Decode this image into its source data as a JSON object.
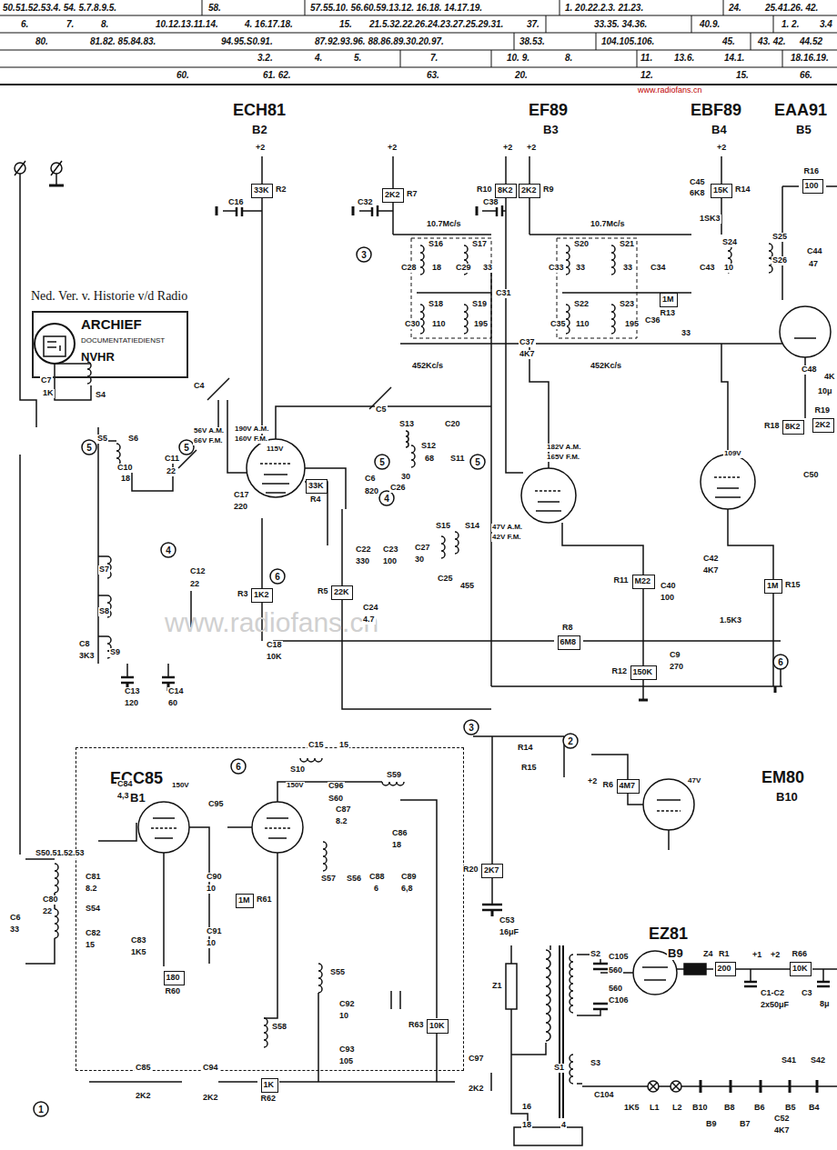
{
  "diagram": {
    "nodes": [
      {
        "text": [
          "ARCHIEF",
          "DOCUMENTATIEDIENST",
          "NVHR"
        ]
      },
      {
        "text": [
          "ECC85",
          "B1"
        ]
      },
      {
        "text": [
          "33K",
          "R2"
        ]
      },
      {
        "text": [
          "2K2",
          "R7"
        ]
      },
      {
        "text": [
          "8K2",
          "R10"
        ]
      },
      {
        "text": [
          "2K2",
          "R9"
        ]
      },
      {
        "text": [
          "15K",
          "R14"
        ]
      },
      {
        "text": [
          "100",
          "R16"
        ]
      },
      {
        "text": [
          "1M",
          "R13"
        ]
      },
      {
        "text": [
          "33K",
          "R4"
        ]
      },
      {
        "text": [
          "8K2",
          "R18"
        ]
      },
      {
        "text": [
          "2K2",
          "R19"
        ]
      },
      {
        "text": [
          "1K2",
          "R3"
        ]
      },
      {
        "text": [
          "22K",
          "R5"
        ]
      },
      {
        "text": [
          "M22",
          "R11"
        ]
      },
      {
        "text": [
          "1M",
          "R15"
        ]
      },
      {
        "text": [
          "6M8",
          "R8"
        ]
      },
      {
        "text": [
          "150K",
          "R12"
        ]
      },
      {
        "text": [
          "4M7",
          "R6"
        ]
      },
      {
        "text": [
          "2K7",
          "R20"
        ]
      },
      {
        "text": [
          "1M",
          "R61"
        ],
        "in": 1
      },
      {
        "text": [
          "180",
          "R60"
        ],
        "in": 1
      },
      {
        "text": [
          "10K",
          "R63"
        ],
        "in": 1
      },
      {
        "text": [
          "1K",
          "R62"
        ],
        "in": 1
      },
      {
        "text": [
          "200",
          "R1"
        ]
      },
      {
        "text": [
          "10K",
          "R66"
        ]
      }
    ],
    "edges": [
      {
        "from": 14,
        "to": 17,
        "arrow": "none"
      },
      {
        "from": 24,
        "to": 25,
        "arrow": "none"
      }
    ],
    "labels": [
      "50.51.52.53.4. 54. 5.7.8.9.5.",
      "58.",
      "57.55.10. 56.60.59.13.12. 16.18. 14.17.19.",
      "1. 20.22.2.3. 21.23.",
      "24.",
      "25.41.26. 42.",
      "6.",
      "7.",
      "8.",
      "10.12.13.11.14.",
      "4. 16.17.18.",
      "15.",
      "21.5.32.22.26.24.23.27.25.29.31.",
      "37.",
      "33.35. 34.36.",
      "40.9.",
      "1. 2.",
      "3.4",
      "80.",
      "81.82. 85.84.83.",
      "94.95.S0.91.",
      "87.92.93.96. 88.86.89.30.20.97.",
      "38.53.",
      "104.105.106.",
      "45.",
      "43. 42.",
      "44.52",
      "3.2.",
      "4.",
      "5.",
      "7.",
      "10. 9.",
      "8.",
      "11.",
      "13.6.",
      "14.1.",
      "18.16.19.",
      "60.",
      "61. 62.",
      "63.",
      "20.",
      "12.",
      "15.",
      "66.",
      "www.radiofans.cn",
      "ECH81",
      "B2",
      "EF89",
      "B3",
      "EBF89",
      "B4",
      "EAA91",
      "B5",
      "EM80",
      "B10",
      "EZ81",
      "B9",
      "Ned. Ver. v. Historie v/d Radio",
      "www.radiofans.cn",
      "+2",
      "+2",
      "+2",
      "+2",
      "+2",
      "C16",
      "C32",
      "C38",
      "C45",
      "6K8",
      "1SK3",
      "S25",
      "S24",
      "C43",
      "10",
      "S26",
      "C44",
      "47",
      "10.7Mc/s",
      "10.7Mc/s",
      "452Kc/s",
      "452Kc/s",
      "S16",
      "S17",
      "S18",
      "S19",
      "C28",
      "18",
      "C29",
      "33",
      "C30",
      "110",
      "195",
      "C31",
      "C37",
      "4K7",
      "S20",
      "S21",
      "C33",
      "33",
      "33",
      "C34",
      "S22",
      "S23",
      "C35",
      "110",
      "195",
      "C36",
      "33",
      "C7",
      "1K",
      "S4",
      "C4",
      "C5",
      "S5",
      "S6",
      "C10",
      "18",
      "C11",
      "22",
      "S7",
      "S8",
      "S9",
      "C8",
      "3K3",
      "C12",
      "22",
      "C13",
      "120",
      "C14",
      "60",
      "C17",
      "220",
      "C6",
      "820",
      "S13",
      "S12",
      "68",
      "C20",
      "S11",
      "30",
      "C26",
      "C22",
      "330",
      "C23",
      "100",
      "C27",
      "30",
      "S15",
      "S14",
      "C25",
      "455",
      "C24",
      "4.7",
      "C18",
      "10K",
      "190V A.M.",
      "160V F.M.",
      "115V",
      "56V A.M.",
      "66V F.M.",
      "182V A.M.",
      "165V F.M.",
      "47V A.M.",
      "42V F.M.",
      "109V",
      "150V",
      "150V",
      "47V",
      "C40",
      "100",
      "C42",
      "4K7",
      "1.5K3",
      "C9",
      "270",
      "C48",
      "4K",
      "10μ",
      "C50",
      "C15",
      "15",
      "S10",
      "C96",
      "S60",
      "S59",
      "R14",
      "R15",
      "+2",
      "C53",
      "16μF",
      "C84",
      "4,3",
      "C95",
      "C87",
      "8.2",
      "C86",
      "18",
      "S50.51.52.53",
      "C81",
      "8.2",
      "C80",
      "22",
      "C6",
      "33",
      "S54",
      "C82",
      "15",
      "C83",
      "1K5",
      "C90",
      "10",
      "C91",
      "10",
      "S57",
      "S56",
      "C88",
      "6",
      "C89",
      "6,8",
      "S55",
      "C92",
      "10",
      "C93",
      "105",
      "S58",
      "C85",
      "2K2",
      "C94",
      "2K2",
      "C97",
      "2K2",
      "Z1",
      "S1",
      "S2",
      "C105",
      "560",
      "560",
      "C106",
      "Z4",
      "+1",
      "+2",
      "C1-C2",
      "2x50μF",
      "C3",
      "8μ",
      "S3",
      "C104",
      "1K5",
      "L1",
      "L2",
      "B10",
      "B8",
      "B6",
      "B5",
      "B4",
      "B9",
      "B7",
      "S41",
      "S42",
      "C52",
      "4K7",
      "16",
      "18",
      "4",
      "3",
      "5",
      "5",
      "5",
      "5",
      "4",
      "4",
      "6",
      "6",
      "3",
      "2",
      "6",
      "1"
    ]
  }
}
